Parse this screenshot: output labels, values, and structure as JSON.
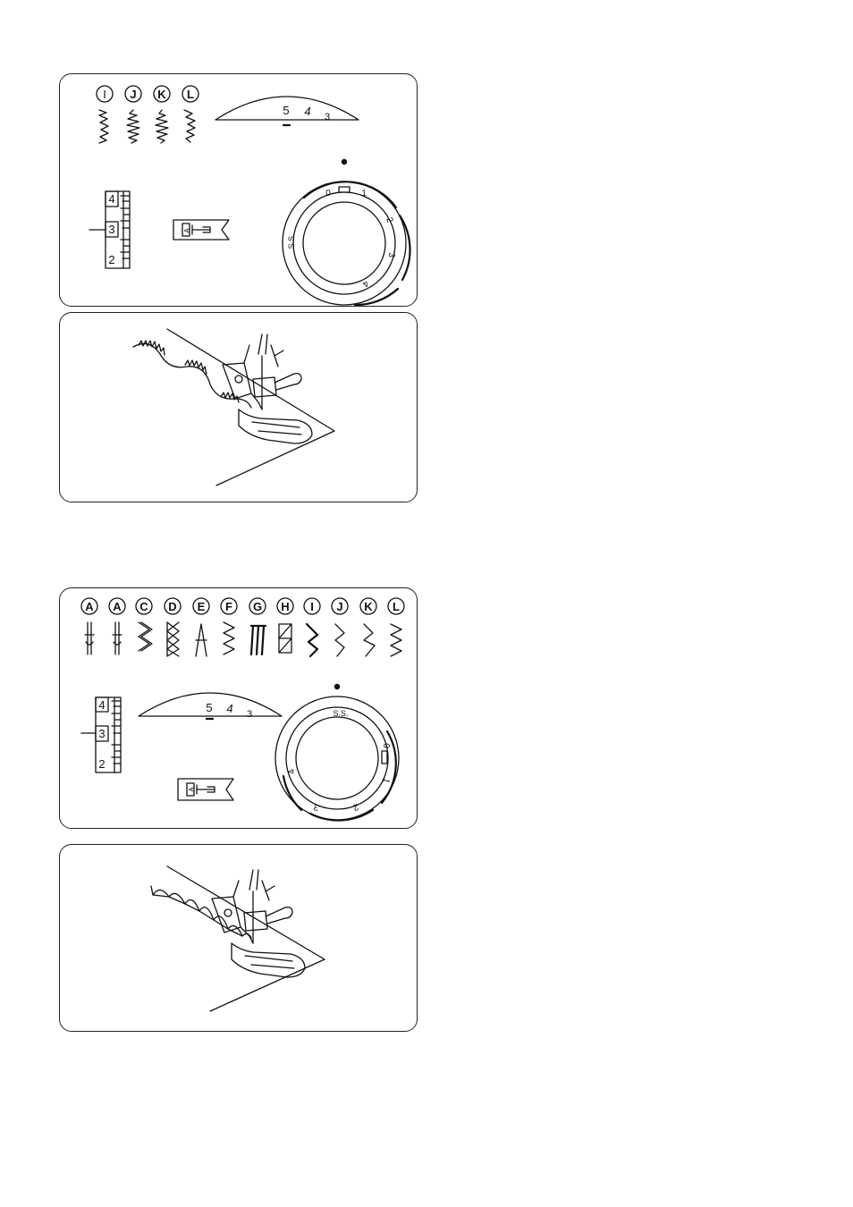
{
  "panel1": {
    "pattern_letters": [
      "I",
      "J",
      "K",
      "L"
    ],
    "length_scale": [
      "5",
      "4",
      "3"
    ],
    "width_scale": [
      "4",
      "3",
      "2"
    ],
    "foot_label": "A",
    "dial_labels": [
      "0",
      "1",
      "2",
      "3",
      "4",
      "S.S."
    ]
  },
  "panel3": {
    "pattern_letters": [
      "A",
      "A",
      "C",
      "D",
      "E",
      "F",
      "G",
      "H",
      "I",
      "J",
      "K",
      "L"
    ],
    "length_scale": [
      "5",
      "4",
      "3"
    ],
    "width_scale": [
      "4",
      "3",
      "2"
    ],
    "foot_label": "A",
    "dial_labels": [
      "0",
      "1",
      "2",
      "3",
      "4",
      "S.S."
    ]
  }
}
